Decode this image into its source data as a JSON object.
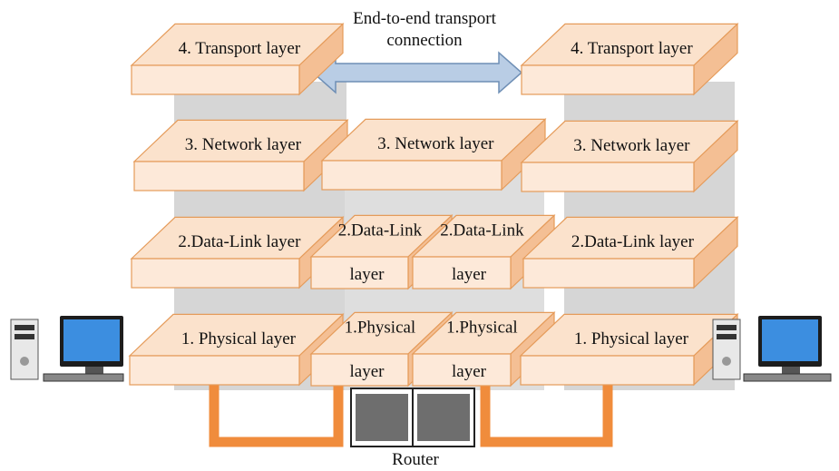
{
  "colors": {
    "slab_top": "#fbe2cc",
    "slab_front": "#fde9d9",
    "slab_side": "#f4bf94",
    "slab_border": "#e59b5a",
    "column_shade": "#d6d6d6",
    "link_cable": "#f08c3c",
    "arrow_fill": "#b9cde5",
    "arrow_border": "#6f8fb5"
  },
  "caption": {
    "line1": "End-to-end transport",
    "line2": "connection"
  },
  "router_label": "Router",
  "left_host": {
    "transport": "4. Transport layer",
    "network": "3. Network layer",
    "datalink": "2.Data-Link layer",
    "physical": "1. Physical layer"
  },
  "router": {
    "network": "3. Network layer",
    "datalink_left": [
      "2.Data-Link",
      "layer"
    ],
    "datalink_right": [
      "2.Data-Link",
      "layer"
    ],
    "physical_left": [
      "1.Physical",
      "layer"
    ],
    "physical_right": [
      "1.Physical",
      "layer"
    ]
  },
  "right_host": {
    "transport": "4. Transport layer",
    "network": "3. Network layer",
    "datalink": "2.Data-Link layer",
    "physical": "1. Physical layer"
  },
  "icons": {
    "left_computer": "desktop-computer-icon",
    "right_computer": "desktop-computer-icon",
    "router_device": "router-icon",
    "transport_arrow": "double-arrow-icon"
  }
}
